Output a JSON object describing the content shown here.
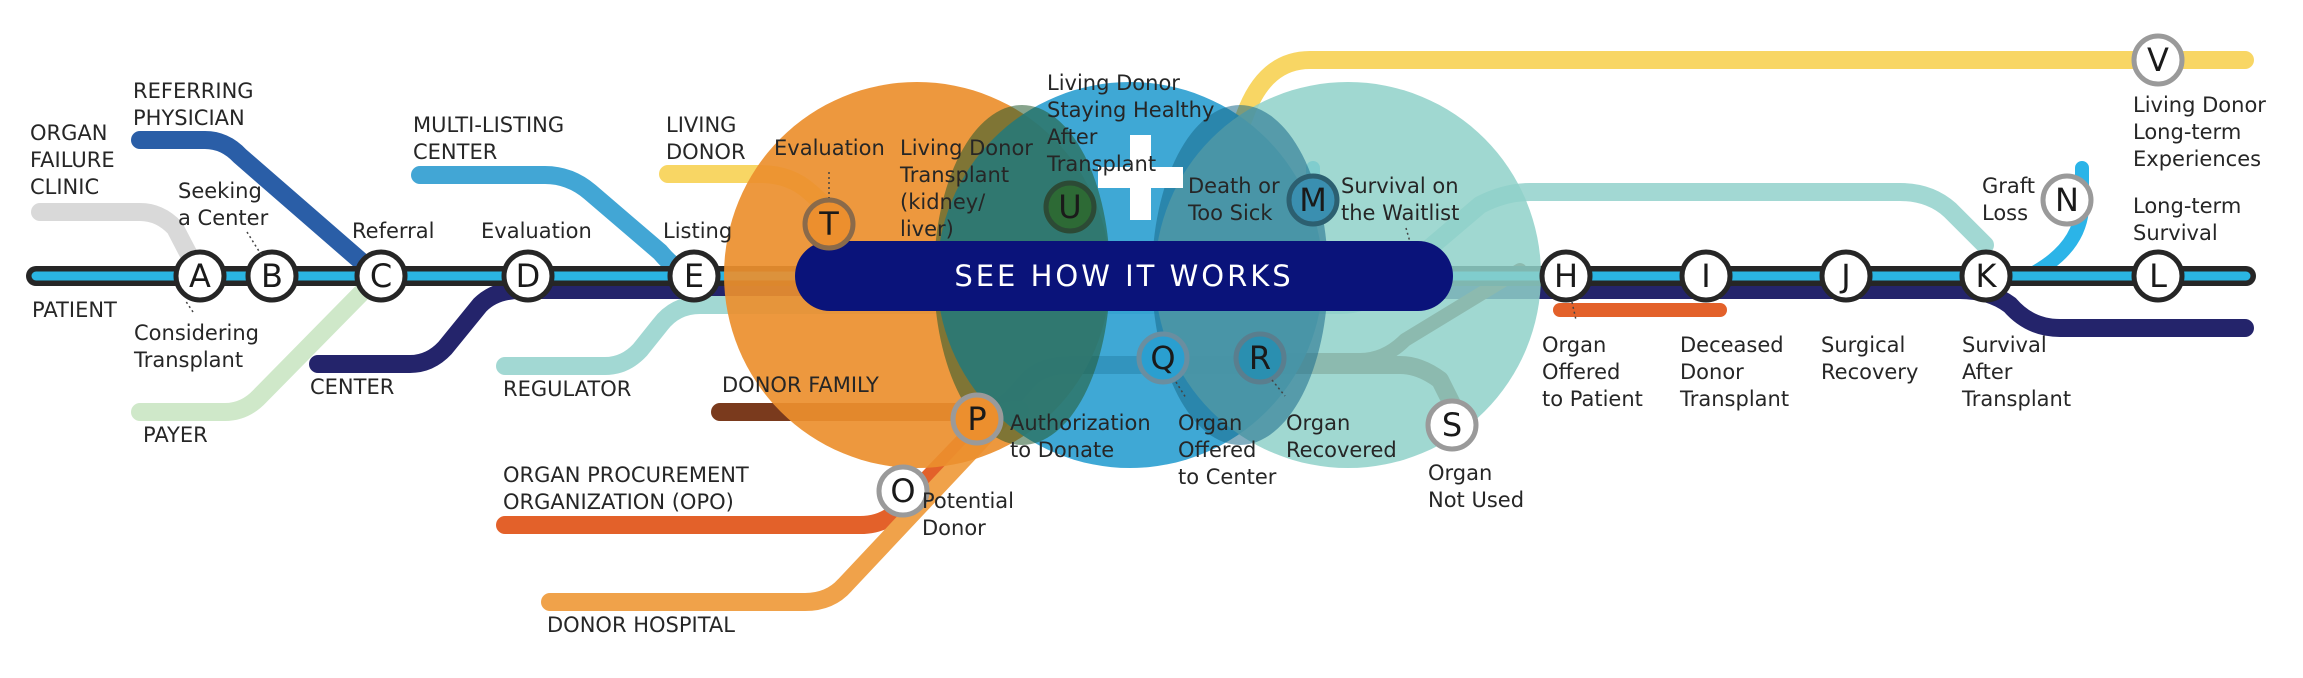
{
  "cta": {
    "label": "SEE HOW IT WORKS"
  },
  "colors": {
    "main_line": "#2ab5e3",
    "center_line": "#24246b",
    "physician_line": "#2a5ea7",
    "opo_line": "#e3612a",
    "donor_hospital_line": "#f0a24a",
    "donor_family_line": "#7a3a1d",
    "living_donor_line": "#f8d664",
    "waitlist_line": "#a2d8d3",
    "clinic_line": "#d9d9d9",
    "payer_line": "#cfe8c9",
    "cta_bg": "#0a137a",
    "orange_circle": "#ec8f2e",
    "blue_circle": "#2a9fd0",
    "teal_circle": "#8fd1c9"
  },
  "groups": {
    "organ_failure_clinic": "ORGAN\nFAILURE\nCLINIC",
    "referring_physician": "REFERRING\nPHYSICIAN",
    "patient": "PATIENT",
    "center": "CENTER",
    "payer": "PAYER",
    "multi_listing_center": "MULTI-LISTING\nCENTER",
    "regulator": "REGULATOR",
    "living_donor": "LIVING\nDONOR",
    "donor_family": "DONOR FAMILY",
    "opo": "ORGAN PROCUREMENT\nORGANIZATION (OPO)",
    "donor_hospital": "DONOR HOSPITAL"
  },
  "stations": {
    "A": {
      "letter": "A",
      "label": "Considering\nTransplant"
    },
    "B": {
      "letter": "B",
      "label": "Seeking\na Center"
    },
    "C": {
      "letter": "C",
      "label": "Referral"
    },
    "D": {
      "letter": "D",
      "label": "Evaluation"
    },
    "E": {
      "letter": "E",
      "label": "Listing"
    },
    "H": {
      "letter": "H",
      "label": "Organ\nOffered\nto Patient"
    },
    "I": {
      "letter": "I",
      "label": "Deceased\nDonor\nTransplant"
    },
    "J": {
      "letter": "J",
      "label": "Surgical\nRecovery"
    },
    "K": {
      "letter": "K",
      "label": "Survival\nAfter\nTransplant"
    },
    "L": {
      "letter": "L",
      "label": "Long-term\nSurvival"
    },
    "M": {
      "letter": "M",
      "label": "Survival on\nthe Waitlist"
    },
    "N": {
      "letter": "N",
      "label": "Graft\nLoss"
    },
    "O": {
      "letter": "O",
      "label": "Potential\nDonor"
    },
    "P": {
      "letter": "P",
      "label": "Authorization\nto Donate"
    },
    "Q": {
      "letter": "Q",
      "label": "Organ\nOffered\nto Center"
    },
    "R": {
      "letter": "R",
      "label": "Organ\nRecovered"
    },
    "S": {
      "letter": "S",
      "label": "Organ\nNot Used"
    },
    "T": {
      "letter": "T",
      "label": "Evaluation"
    },
    "U": {
      "letter": "U",
      "label": "Living Donor\nTransplant\n(kidney/\nliver)"
    },
    "U2": {
      "label": "Living Donor\nStaying Healthy\nAfter\nTransplant"
    },
    "V": {
      "letter": "V",
      "label": "Living Donor\nLong-term\nExperiences"
    },
    "death": {
      "label": "Death or\nToo Sick"
    }
  }
}
